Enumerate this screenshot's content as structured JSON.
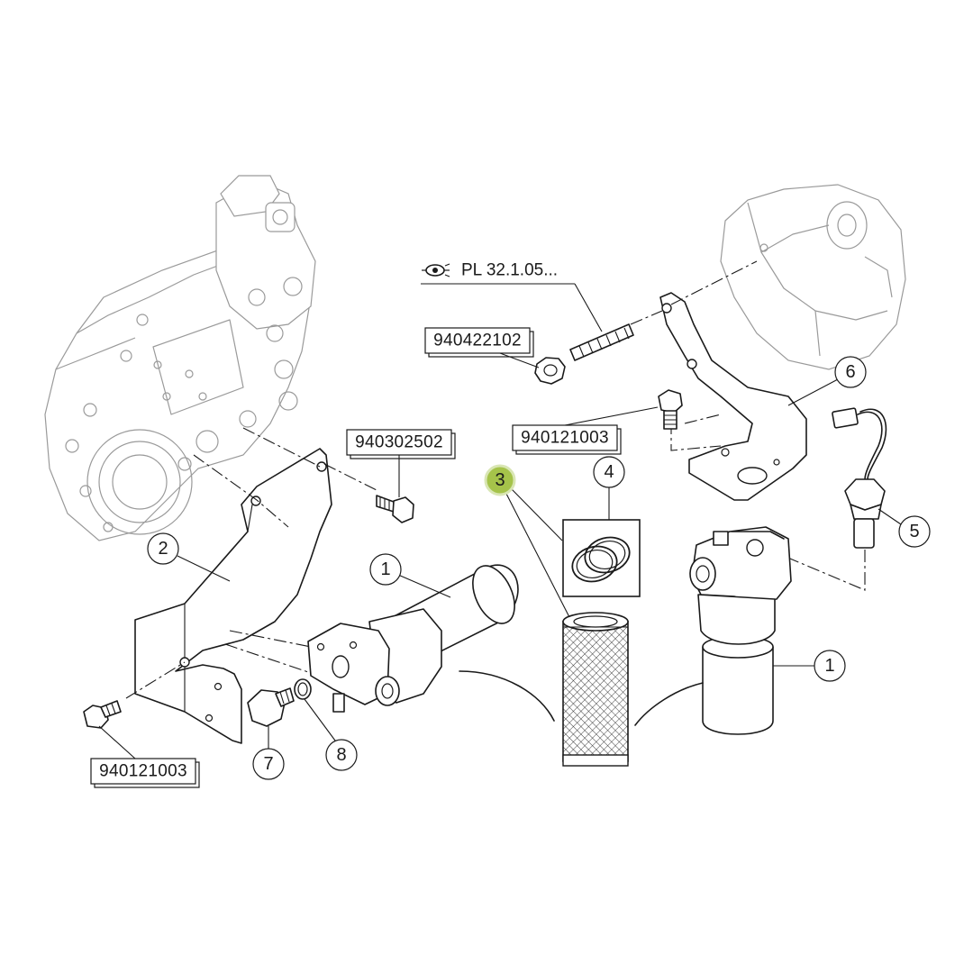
{
  "reference": {
    "text": "PL 32.1.05...",
    "icon": "eye-icon"
  },
  "part_numbers": [
    "940422102",
    "940302502",
    "940121003",
    "940121003"
  ],
  "callouts": [
    "1",
    "1",
    "2",
    "3",
    "4",
    "5",
    "6",
    "7",
    "8"
  ],
  "highlight_color": "#a5c34a"
}
